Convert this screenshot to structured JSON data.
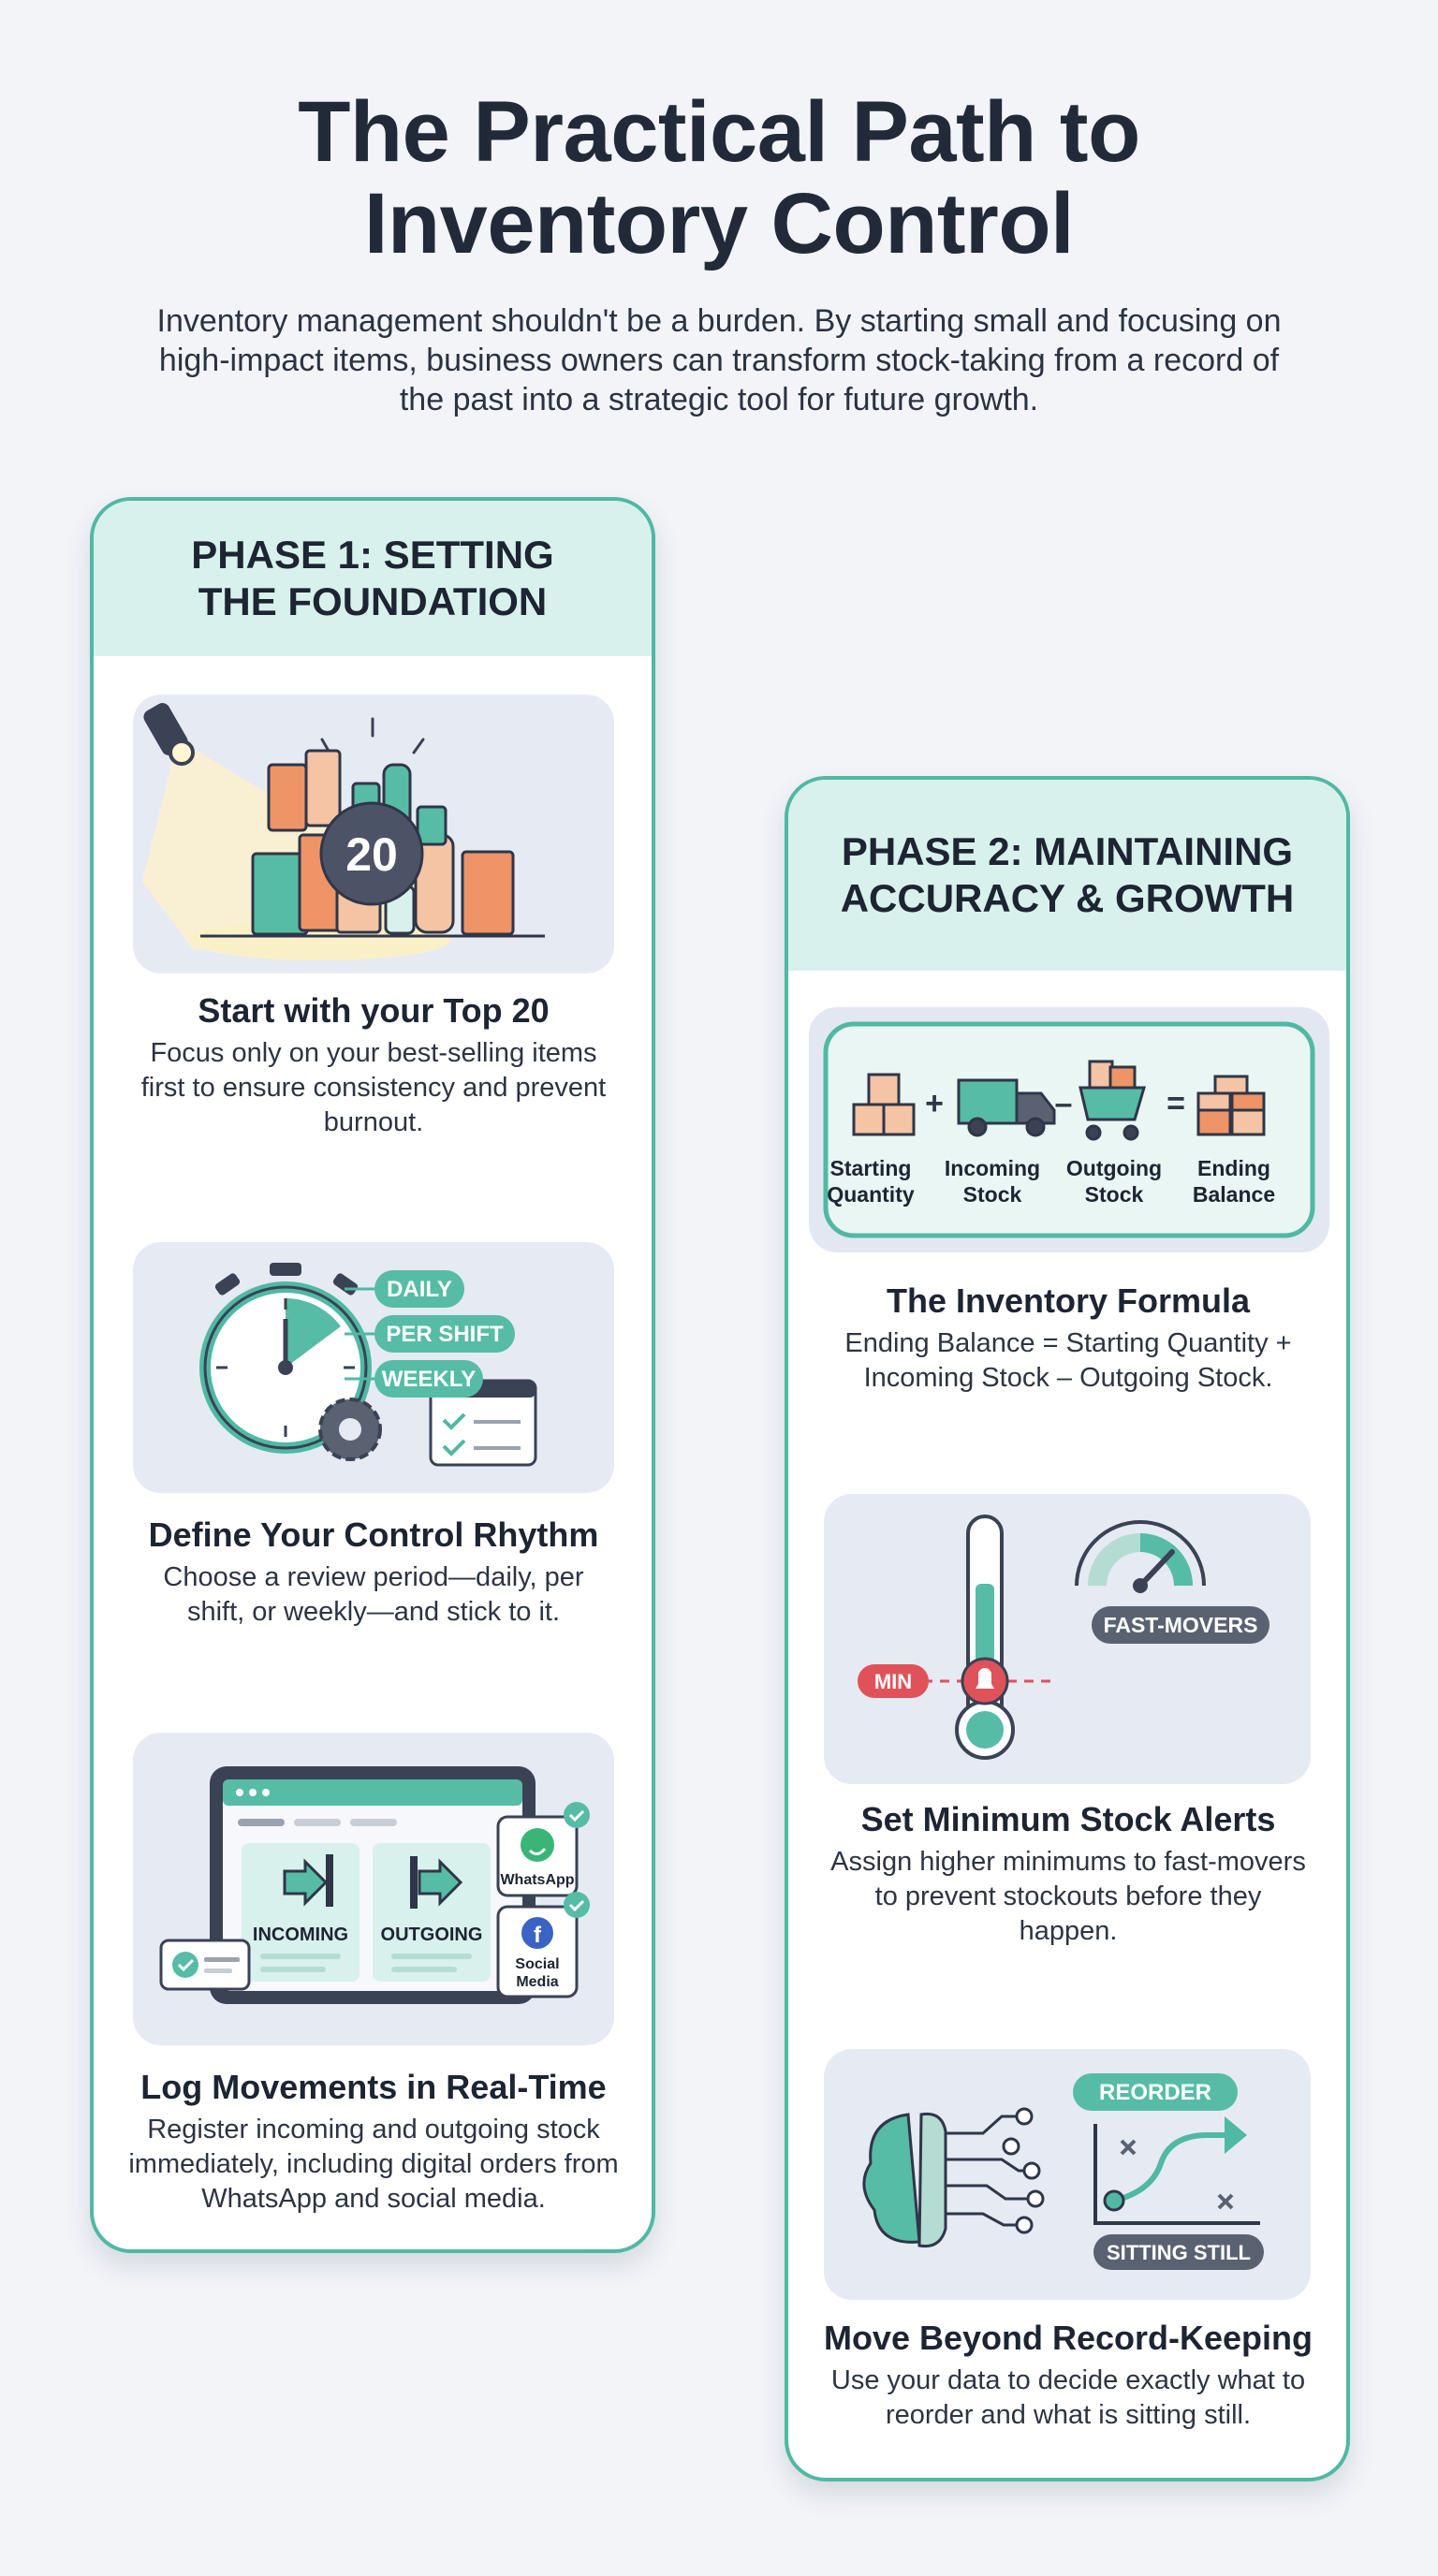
{
  "header": {
    "title_line1": "The Practical Path to",
    "title_line2": "Inventory Control",
    "intro": "Inventory management shouldn't be a burden. By starting small and focusing on high-impact items, business owners can transform stock-taking from a record of the past into a strategic tool for future growth."
  },
  "colors": {
    "accent": "#4fb9a3",
    "header_tint": "#d8f1ec",
    "tile_bg": "#e6eaf3",
    "orange": "#ee9466",
    "alert_red": "#e0525a",
    "slate": "#5a6272"
  },
  "phase1": {
    "heading_line1": "PHASE 1: SETTING",
    "heading_line2": "THE FOUNDATION",
    "steps": [
      {
        "title": "Start with your Top 20",
        "desc": "Focus only on your best-selling items first to ensure consistency and prevent burnout.",
        "icon": "spotlight-products-icon",
        "badge": "20"
      },
      {
        "title": "Define Your Control Rhythm",
        "desc": "Choose a review period—daily, per shift, or weekly—and stick to it.",
        "icon": "stopwatch-gear-icon",
        "tags": [
          "DAILY",
          "PER SHIFT",
          "WEEKLY"
        ]
      },
      {
        "title": "Log Movements in Real-Time",
        "desc": "Register incoming and outgoing stock immediately, including digital orders from WhatsApp and social media.",
        "icon": "tablet-log-icon",
        "incoming": "INCOMING",
        "outgoing": "OUTGOING",
        "whatsapp": "WhatsApp",
        "social_line1": "Social",
        "social_line2": "Media"
      }
    ]
  },
  "phase2": {
    "heading_line1": "PHASE 2: MAINTAINING",
    "heading_line2": "ACCURACY & GROWTH",
    "steps": [
      {
        "title": "The Inventory Formula",
        "desc": "Ending Balance = Starting Quantity + Incoming Stock – Outgoing Stock.",
        "icon": "formula-icon",
        "terms": [
          {
            "line1": "Starting",
            "line2": "Quantity"
          },
          {
            "line1": "Incoming",
            "line2": "Stock"
          },
          {
            "line1": "Outgoing",
            "line2": "Stock"
          },
          {
            "line1": "Ending",
            "line2": "Balance"
          }
        ],
        "ops": [
          "+",
          "–",
          "="
        ]
      },
      {
        "title": "Set Minimum Stock Alerts",
        "desc": "Assign higher minimums to fast-movers to prevent stockouts before they happen.",
        "icon": "thermometer-alert-icon",
        "min_label": "MIN",
        "fast_label": "FAST-MOVERS"
      },
      {
        "title": "Move Beyond Record-Keeping",
        "desc": "Use your data to decide exactly what to reorder and what is sitting still.",
        "icon": "brain-decision-icon",
        "reorder_label": "REORDER",
        "still_label": "SITTING STILL"
      }
    ]
  }
}
